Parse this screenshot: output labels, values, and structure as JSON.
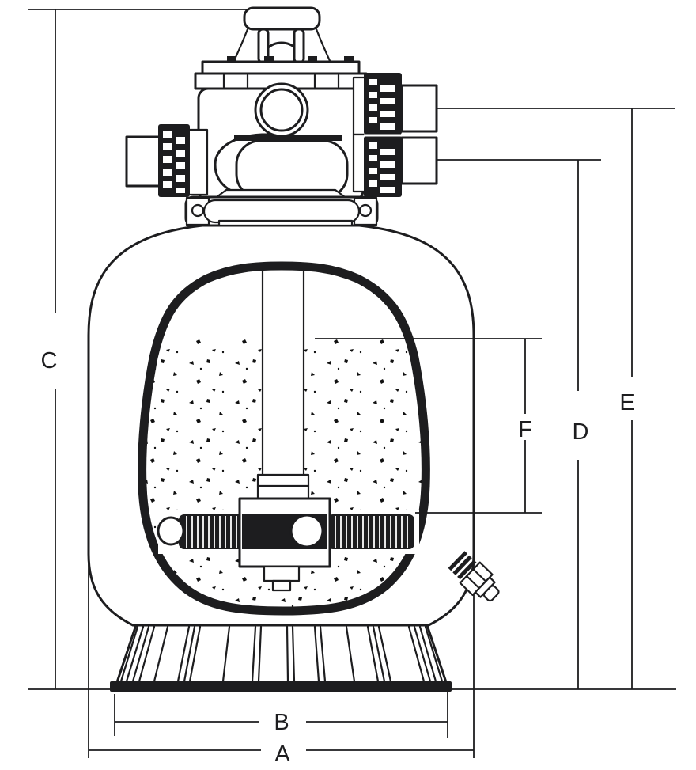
{
  "diagram": {
    "subject": "Top-mount sand filter cross-section dimension drawing",
    "colors": {
      "line": "#1d1d1f",
      "background": "#ffffff",
      "sand_speck": "#111111"
    },
    "dimensions": {
      "a": "A",
      "b": "B",
      "c": "C",
      "d": "D",
      "e": "E",
      "f": "F"
    }
  }
}
